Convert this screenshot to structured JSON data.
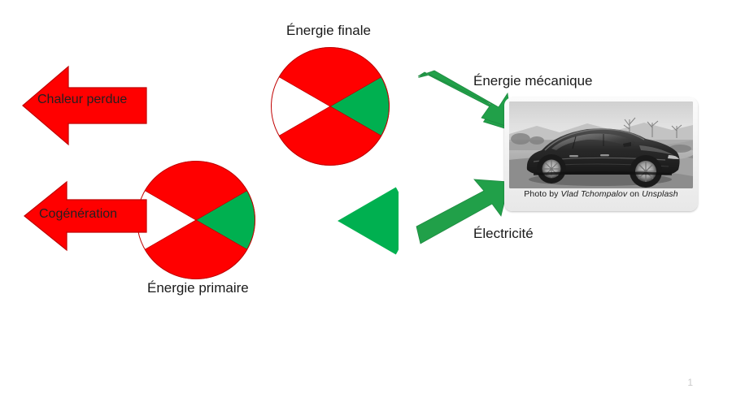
{
  "slide": {
    "background_color": "#FFFFFF",
    "number": "1"
  },
  "palette": {
    "red": "#FF0000",
    "red_outline": "#C00000",
    "green": "#00B050",
    "green_arrow": "#21A049",
    "green_arrow_outline": "#1E8A40",
    "text": "#1A1A1A"
  },
  "labels": {
    "energie_finale": "Énergie finale",
    "energie_primaire": "Énergie primaire",
    "energie_mecanique": "Énergie mécanique",
    "electricite": "Électricité",
    "chaleur_perdue": "Chaleur perdue",
    "cogeneration": "Cogénération"
  },
  "photo": {
    "alt": "Tesla Model 3 noire sur une route, photo en noir et blanc",
    "caption_prefix": "Photo by ",
    "caption_author": "Vlad Tchompalov",
    "caption_middle": " on ",
    "caption_source": "Unsplash"
  },
  "chart_data": [
    {
      "id": "pie-energie-finale",
      "type": "pie",
      "title": "Énergie finale",
      "labels": [
        "Chaleur perdue (haut)",
        "Chaleur perdue (bas)",
        "Énergie mécanique"
      ],
      "values": [
        33,
        34,
        33
      ],
      "colors": [
        "#FF0000",
        "#FF0000",
        "#00B050"
      ],
      "start_angle_deg": 180,
      "legend": "none",
      "grid": false
    },
    {
      "id": "pie-energie-primaire",
      "type": "pie",
      "title": "Énergie primaire",
      "labels": [
        "Cogénération (haut)",
        "Cogénération (bas)",
        "Électricité"
      ],
      "values": [
        33,
        34,
        33
      ],
      "colors": [
        "#FF0000",
        "#FF0000",
        "#00B050"
      ],
      "start_angle_deg": 180,
      "legend": "none",
      "grid": false
    },
    {
      "id": "pie-wedge-electricite",
      "type": "pie",
      "title": "Électricité (part détachée)",
      "labels": [
        "Électricité"
      ],
      "values": [
        33
      ],
      "colors": [
        "#00B050"
      ],
      "start_angle_deg": 300,
      "legend": "none",
      "grid": false
    }
  ]
}
